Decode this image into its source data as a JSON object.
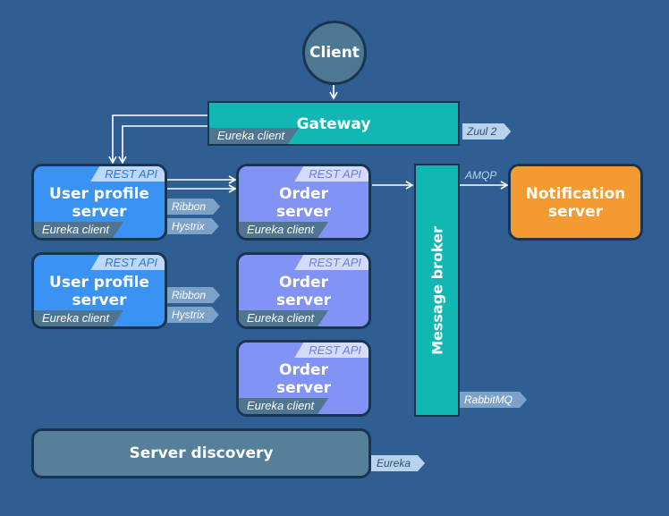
{
  "client": "Client",
  "gateway": {
    "title": "Gateway",
    "eureka": "Eureka client",
    "tag": "Zuul 2"
  },
  "user_profile_servers": [
    {
      "title_line1": "User profile",
      "title_line2": "server",
      "api": "REST API",
      "eureka": "Eureka client",
      "ribbon": "Ribbon",
      "hystrix": "Hystrix"
    },
    {
      "title_line1": "User profile",
      "title_line2": "server",
      "api": "REST API",
      "eureka": "Eureka client",
      "ribbon": "Ribbon",
      "hystrix": "Hystrix"
    }
  ],
  "order_servers": [
    {
      "title_line1": "Order",
      "title_line2": "server",
      "api": "REST API",
      "eureka": "Eureka client"
    },
    {
      "title_line1": "Order",
      "title_line2": "server",
      "api": "REST API",
      "eureka": "Eureka client"
    },
    {
      "title_line1": "Order",
      "title_line2": "server",
      "api": "REST API",
      "eureka": "Eureka client"
    }
  ],
  "message_broker": {
    "title": "Message broker",
    "tag": "RabbitMQ"
  },
  "notification": {
    "title_line1": "Notification",
    "title_line2": "server",
    "edge_label": "AMQP"
  },
  "server_discovery": {
    "title": "Server discovery",
    "tag": "Eureka"
  },
  "colors": {
    "background": "#2f5f92",
    "client": "#4d7892",
    "gateway": "#11b8b3",
    "user_profile": "#3a92f2",
    "order": "#8193f4",
    "notification": "#f49a32",
    "discovery": "#567f99"
  }
}
